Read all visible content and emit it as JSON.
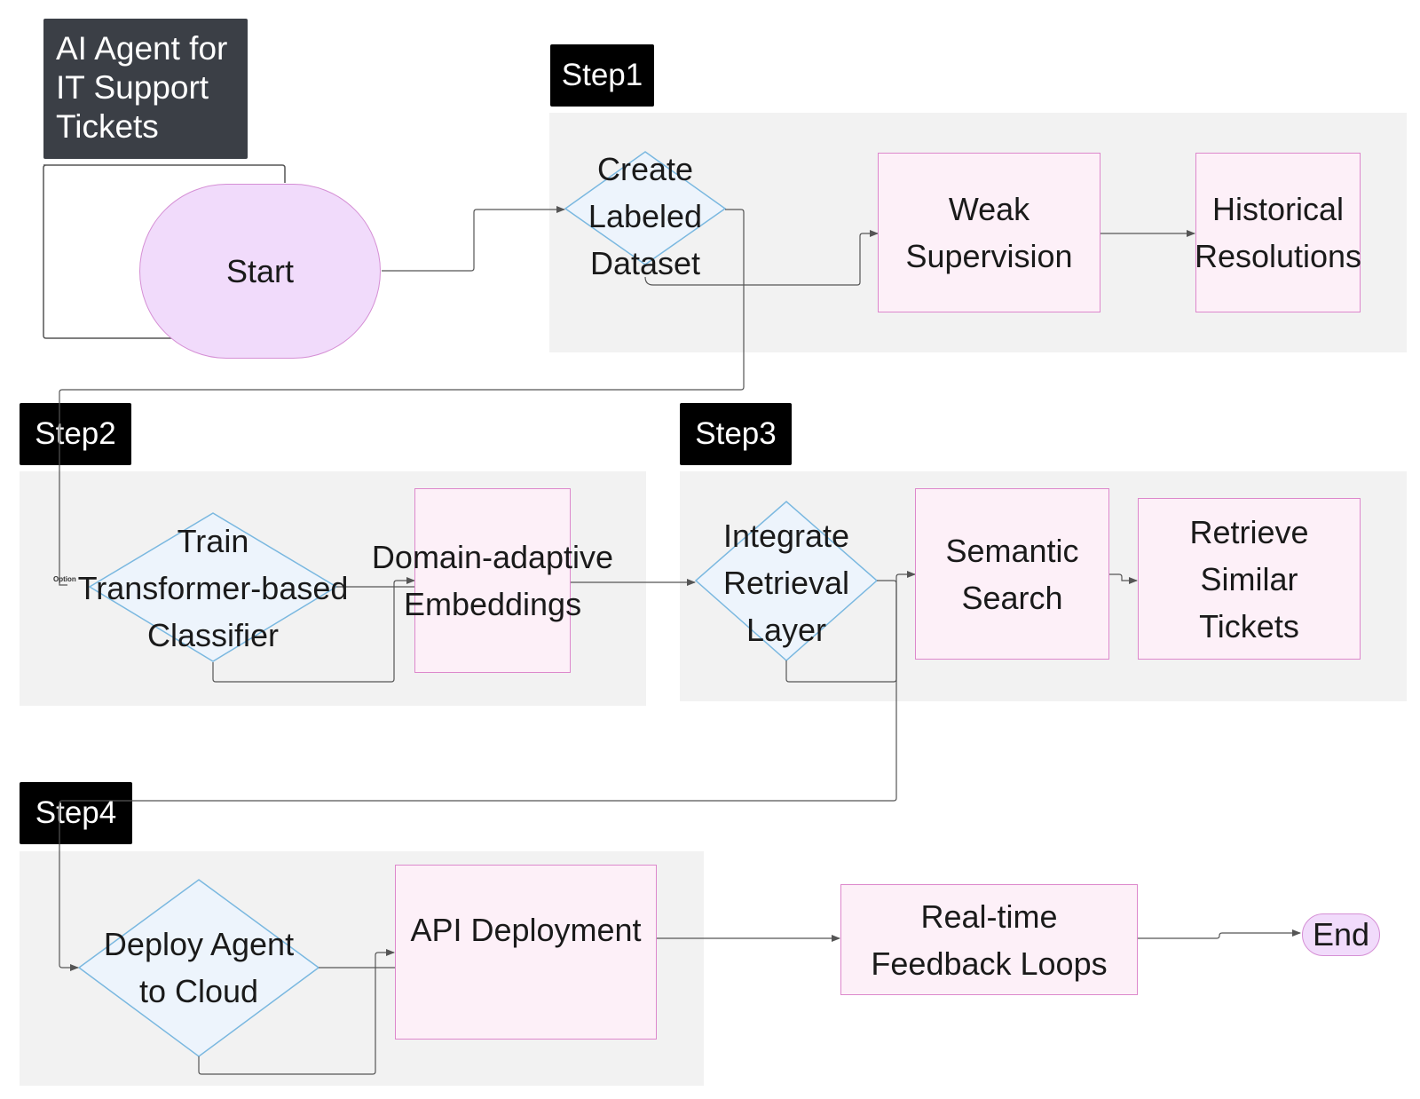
{
  "title": {
    "lines": [
      "AI Agent for",
      "IT Support",
      "Tickets"
    ]
  },
  "steps": {
    "step1": "Step1",
    "step2": "Step2",
    "step3": "Step3",
    "step4": "Step4"
  },
  "nodes": {
    "start": "Start",
    "end": "End",
    "create_dataset": [
      "Create",
      "Labeled",
      "Dataset"
    ],
    "weak_supervision": [
      "Weak",
      "Supervision"
    ],
    "historical_resolutions": [
      "Historical",
      "Resolutions"
    ],
    "train_classifier": [
      "Train",
      "Transformer-based",
      "Classifier"
    ],
    "domain_embeddings": [
      "Domain-adaptive",
      "Embeddings"
    ],
    "integrate_retrieval": [
      "Integrate",
      "Retrieval",
      "Layer"
    ],
    "semantic_search": [
      "Semantic",
      "Search"
    ],
    "retrieve_similar": [
      "Retrieve",
      "Similar",
      "Tickets"
    ],
    "deploy_agent": [
      "Deploy Agent",
      "to Cloud"
    ],
    "api_deployment": [
      "API Deployment"
    ],
    "feedback_loops": [
      "Real-time",
      "Feedback Loops"
    ]
  },
  "edge_labels": {
    "option": "Option"
  },
  "colors": {
    "title_bg": "#3b3f46",
    "step_bg": "#000000",
    "lane_bg": "#f2f2f2",
    "process_fill": "#fdf0f8",
    "process_border": "#dd88cc",
    "decision_fill": "#edf4fc",
    "decision_border": "#7ab8e0",
    "terminal_fill": "#f1dbfb",
    "edge": "#555555"
  }
}
